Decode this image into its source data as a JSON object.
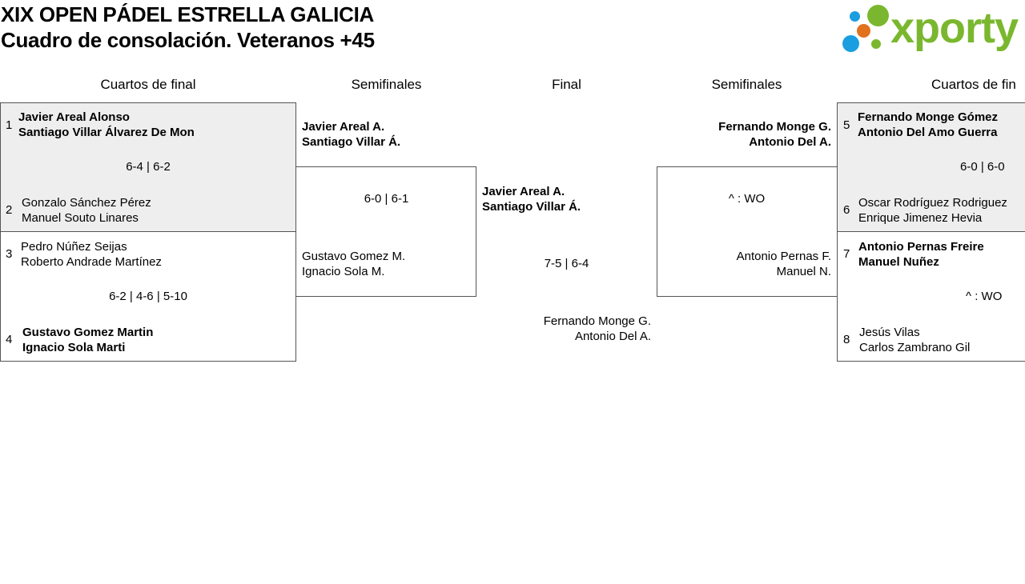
{
  "header": {
    "title_line1": "XIX OPEN PÁDEL ESTRELLA GALICIA",
    "title_line2": "Cuadro de consolación. Veteranos +45",
    "logo_text": "xporty",
    "logo_colors": {
      "green": "#7ab72e",
      "blue": "#1a9ee0",
      "orange": "#e2711d"
    }
  },
  "rounds": {
    "left_qf": "Cuartos de final",
    "left_sf": "Semifinales",
    "final": "Final",
    "right_sf": "Semifinales",
    "right_qf": "Cuartos de fin"
  },
  "left_qf": {
    "match1": {
      "top": {
        "seed": "1",
        "p1": "Javier Areal Alonso",
        "p2": "Santiago Villar Álvarez De Mon"
      },
      "score": "6-4 | 6-2",
      "bottom": {
        "seed": "2",
        "p1": "Gonzalo Sánchez Pérez",
        "p2": "Manuel Souto Linares"
      }
    },
    "match2": {
      "top": {
        "seed": "3",
        "p1": "Pedro Núñez Seijas",
        "p2": "Roberto Andrade Martínez"
      },
      "score": "6-2 | 4-6 | 5-10",
      "bottom": {
        "seed": "4",
        "p1": "Gustavo Gomez Martin",
        "p2": "Ignacio Sola Marti"
      }
    }
  },
  "left_sf": {
    "top": {
      "p1": "Javier Areal A.",
      "p2": "Santiago Villar Á."
    },
    "score": "6-0 | 6-1",
    "bottom": {
      "p1": "Gustavo Gomez M.",
      "p2": "Ignacio Sola M."
    }
  },
  "final": {
    "top": {
      "p1": "Javier Areal A.",
      "p2": "Santiago Villar Á."
    },
    "score": "7-5 | 6-4",
    "bottom": {
      "p1": "Fernando Monge G.",
      "p2": "Antonio Del A."
    }
  },
  "right_sf": {
    "top": {
      "p1": "Fernando Monge G.",
      "p2": "Antonio Del A."
    },
    "score": "^ : WO",
    "bottom": {
      "p1": "Antonio Pernas F.",
      "p2": "Manuel N."
    }
  },
  "right_qf": {
    "match1": {
      "top": {
        "seed": "5",
        "p1": "Fernando Monge Gómez",
        "p2": "Antonio Del Amo Guerra"
      },
      "score": "6-0 | 6-0",
      "bottom": {
        "seed": "6",
        "p1": "Oscar Rodríguez Rodriguez",
        "p2": "Enrique Jimenez Hevia"
      }
    },
    "match2": {
      "top": {
        "seed": "7",
        "p1": "Antonio Pernas Freire",
        "p2": "Manuel Nuñez"
      },
      "score": "^ : WO",
      "bottom": {
        "seed": "8",
        "p1": "Jesús Vilas",
        "p2": "Carlos Zambrano Gil"
      }
    }
  }
}
